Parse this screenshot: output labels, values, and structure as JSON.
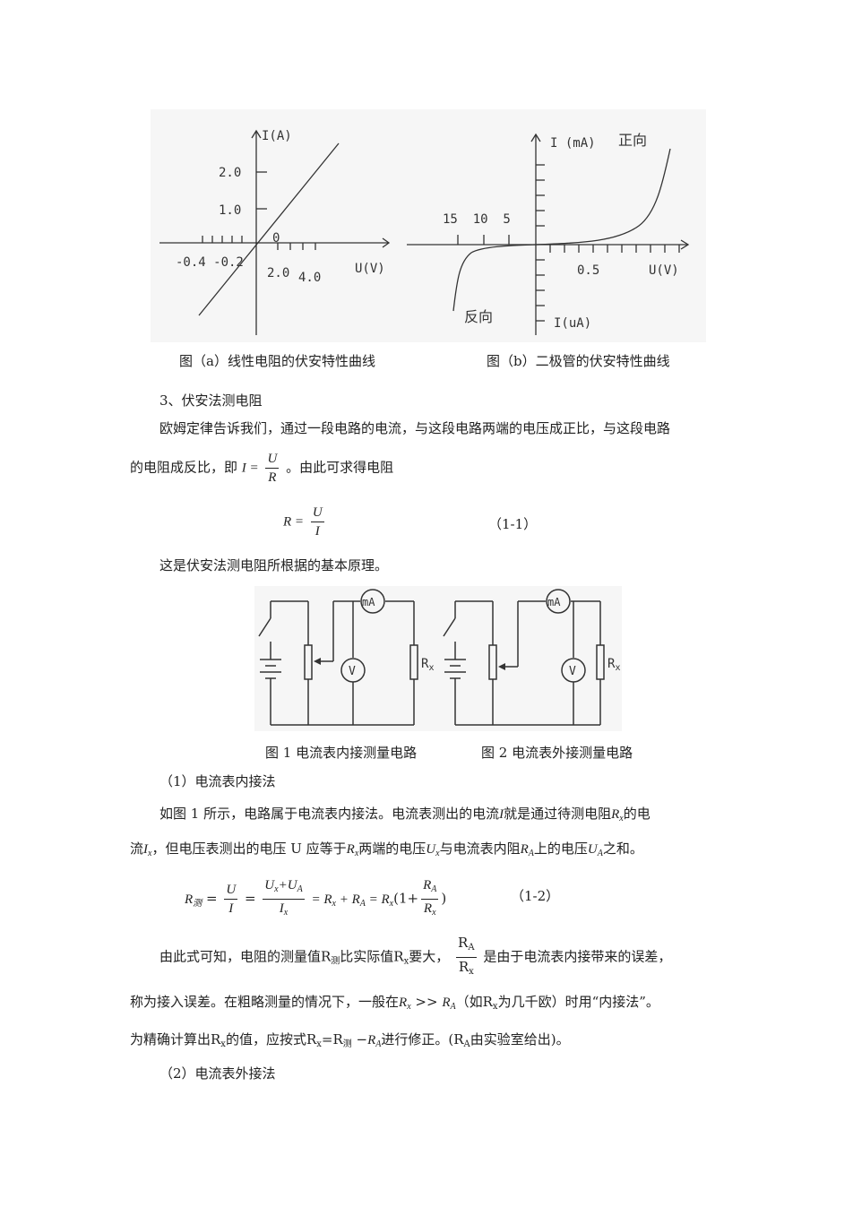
{
  "figures": {
    "a": {
      "y_label": "I(A)",
      "y_ticks": [
        "2.0",
        "1.0"
      ],
      "origin": "0",
      "x_neg_ticks": "-0.4 -0.2",
      "x_pos_ticks_1": "2.0",
      "x_pos_ticks_2": "4.0",
      "x_label": "U(V)",
      "caption": "图（a）线性电阻的伏安特性曲线"
    },
    "b": {
      "y_label": "I (mA)",
      "forward": "正向",
      "x_neg_ticks": "15  10  5",
      "x_tick": "0.5",
      "x_label": "U(V)",
      "reverse": "反向",
      "y_neg_label": "I(uA)",
      "caption": "图（b）二极管的伏安特性曲线"
    }
  },
  "section3": {
    "heading": "3、伏安法测电阻",
    "p1": "欧姆定律告诉我们，通过一段电路的电流，与这段电路两端的电压成正比，与这段电路",
    "p2_prefix": "的电阻成反比，即",
    "p2_eq_lhs": "I =",
    "p2_num": "U",
    "p2_den": "R",
    "p2_suffix": "。由此可求得电阻",
    "eq1_lhs": "R =",
    "eq1_num": "U",
    "eq1_den": "I",
    "eq1_tag": "（1-1）",
    "p3": "这是伏安法测电阻所根据的基本原理。"
  },
  "circuits": {
    "ammeter": "mA",
    "voltmeter": "V",
    "resistor": "R",
    "resistor_sub": "x",
    "caption1": "图 1  电流表内接测量电路",
    "caption2": "图 2  电流表外接测量电路"
  },
  "sub1": {
    "heading": "（1）电流表内接法",
    "l1_a": "如图 1 所示，电路属于电流表内接法。电流表测出的电流",
    "l1_I": "I",
    "l1_b": "就是通过待测电阻",
    "l1_R": "R",
    "l1_Rsub": "x",
    "l1_c": "的电",
    "l2_a": "流",
    "l2_I": "I",
    "l2_Isub": "x",
    "l2_b": "，但电压表测出的电压 U 应等于",
    "l2_R": "R",
    "l2_Rsub": "x",
    "l2_c": "两端的电压",
    "l2_U": "U",
    "l2_Usub": "x",
    "l2_d": "与电流表内阻",
    "l2_RA": "R",
    "l2_RAsub": "A",
    "l2_e": "上的电压",
    "l2_UA": "U",
    "l2_UAsub": "A",
    "l2_f": "之和。",
    "eq2_lhs": "R",
    "eq2_lhs_sub": "测",
    "eq2_eq": "=",
    "eq2_f1_num": "U",
    "eq2_f1_den": "I",
    "eq2_f2_num": "U",
    "eq2_f2_num_sub1": "x",
    "eq2_f2_num_mid": "+U",
    "eq2_f2_num_sub2": "A",
    "eq2_f2_den": "I",
    "eq2_f2_den_sub": "x",
    "eq2_mid": "= R",
    "eq2_mid_sub1": "x",
    "eq2_mid2": "+ R",
    "eq2_mid_sub2": "A",
    "eq2_mid3": "= R",
    "eq2_mid_sub3": "x",
    "eq2_paren": "(1+",
    "eq2_f3_num": "R",
    "eq2_f3_num_sub": "A",
    "eq2_f3_den": "R",
    "eq2_f3_den_sub": "x",
    "eq2_close": ")",
    "eq2_tag": "（1-2）",
    "l3_a": "由此式可知，电阻的测量值R",
    "l3_sub": "测",
    "l3_b": "比实际值R",
    "l3_bsub": "x",
    "l3_c": "要大，",
    "l3_num": "R",
    "l3_num_sub": "A",
    "l3_den": "R",
    "l3_den_sub": "x",
    "l3_d": "是由于电流表内接带来的误差，",
    "l4_a": "称为接入误差。在粗略测量的情况下，一般在",
    "l4_R1": "R",
    "l4_R1sub": "x",
    "l4_gg": ">>",
    "l4_R2": "R",
    "l4_R2sub": "A",
    "l4_b": "（如R",
    "l4_bsub": "x",
    "l4_c": "为几千欧）时用“内接法”。",
    "l5_a": "为精确计算出R",
    "l5_asub": "x",
    "l5_b": "的值，应按式R",
    "l5_bsub": "x",
    "l5_c": "=R",
    "l5_csub": "测",
    "l5_d": "−",
    "l5_R": "R",
    "l5_Rsub": "A",
    "l5_e": "进行修正。(R",
    "l5_esub": "A",
    "l5_f": "由实验室给出)。"
  },
  "sub2": {
    "heading": "（2）电流表外接法"
  }
}
